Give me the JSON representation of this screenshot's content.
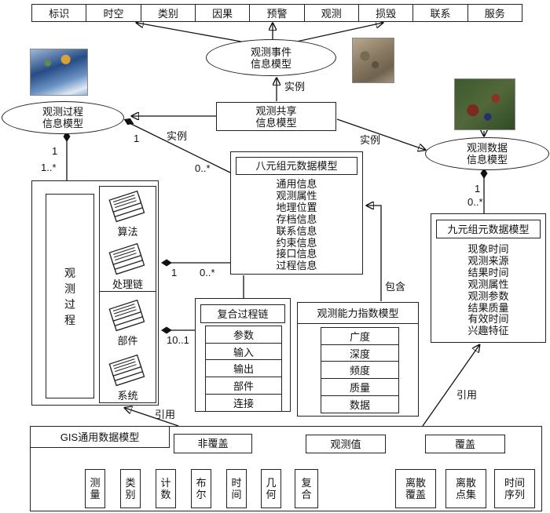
{
  "top_row": [
    "标识",
    "时空",
    "类别",
    "因果",
    "预警",
    "观测",
    "损毁",
    "联系",
    "服务"
  ],
  "event_model": {
    "line1": "观测事件",
    "line2": "信息模型"
  },
  "process_model": {
    "line1": "观测过程",
    "line2": "信息模型"
  },
  "data_model": {
    "line1": "观测数据",
    "line2": "信息模型"
  },
  "share_model": {
    "line1": "观测共享",
    "line2": "信息模型"
  },
  "eight_tuple": {
    "title": "八元组元数据模型",
    "items": [
      "通用信息",
      "观测属性",
      "地理位置",
      "存档信息",
      "联系信息",
      "约束信息",
      "接口信息",
      "过程信息"
    ]
  },
  "nine_tuple": {
    "title": "九元组元数据模型",
    "items": [
      "现象时间",
      "观测来源",
      "结果时间",
      "观测属性",
      "观测参数",
      "结果质量",
      "有效时间",
      "兴趣特征"
    ]
  },
  "observation_process": {
    "label": "观测过程",
    "sections": [
      "算法",
      "处理链",
      "部件",
      "系统"
    ]
  },
  "composite_chain": {
    "title": "复合过程链",
    "items": [
      "参数",
      "输入",
      "输出",
      "部件",
      "连接"
    ]
  },
  "capability_index": {
    "title": "观测能力指数模型",
    "items": [
      "广度",
      "深度",
      "频度",
      "质量",
      "数据"
    ]
  },
  "gis_model": {
    "title": "GIS通用数据模型",
    "non_coverage": "非覆盖",
    "observation_value": "观测值",
    "coverage": "覆盖",
    "non_coverage_types": [
      "测量",
      "类别",
      "计数",
      "布尔",
      "时间",
      "几何",
      "复合"
    ],
    "coverage_types": [
      "离散覆盖",
      "离散点集",
      "时间序列"
    ]
  },
  "edge_labels": {
    "instance_top": "实例",
    "instance_left": "实例",
    "instance_right": "实例",
    "contains": "包含",
    "reference_left": "引用",
    "reference_right": "引用"
  },
  "multiplicity": {
    "process_1": "1",
    "process_many": "1..*",
    "eight_1": "1",
    "eight_many": "0..*",
    "chain_1": "1",
    "chain_many": "0..*",
    "chain_10": "10..1",
    "nine_1": "1",
    "nine_many": "0..*"
  },
  "colors": {
    "line": "#111111",
    "background": "#ffffff"
  }
}
